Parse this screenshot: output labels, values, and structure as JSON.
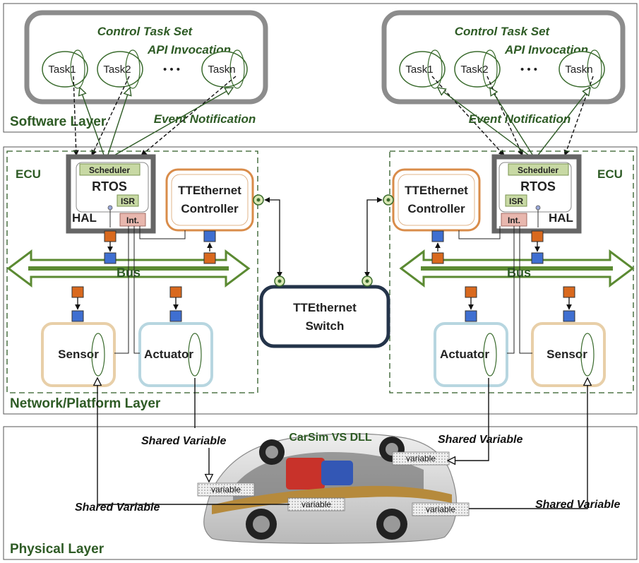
{
  "layers": {
    "software": "Software Layer",
    "network": "Network/Platform Layer",
    "physical": "Physical Layer"
  },
  "control_task_set": {
    "title": "Control Task Set",
    "tasks": [
      "Task1",
      "Task2",
      "Taskn"
    ],
    "ellipsis": "• • •"
  },
  "annotations": {
    "api_invocation": "API Invocation",
    "event_notification": "Event Notification",
    "shared_variable": "Shared Variable",
    "carsim": "CarSim VS DLL",
    "variable": "variable"
  },
  "ecu": {
    "label": "ECU",
    "rtos": "RTOS",
    "scheduler": "Scheduler",
    "isr": "ISR",
    "hal": "HAL",
    "int": "Int.",
    "bus": "Bus",
    "sensor": "Sensor",
    "actuator": "Actuator",
    "tte_controller_line1": "TTEthernet",
    "tte_controller_line2": "Controller"
  },
  "switch": {
    "line1": "TTEthernet",
    "line2": "Switch"
  },
  "colors": {
    "layer_text": "#2e5b25",
    "bus_green": "#5b8a32",
    "orange_border": "#d98c4a",
    "port_orange": "#d9691e",
    "port_blue": "#3f6fd1",
    "switch_border": "#24344a",
    "hal_gray": "#666666"
  }
}
